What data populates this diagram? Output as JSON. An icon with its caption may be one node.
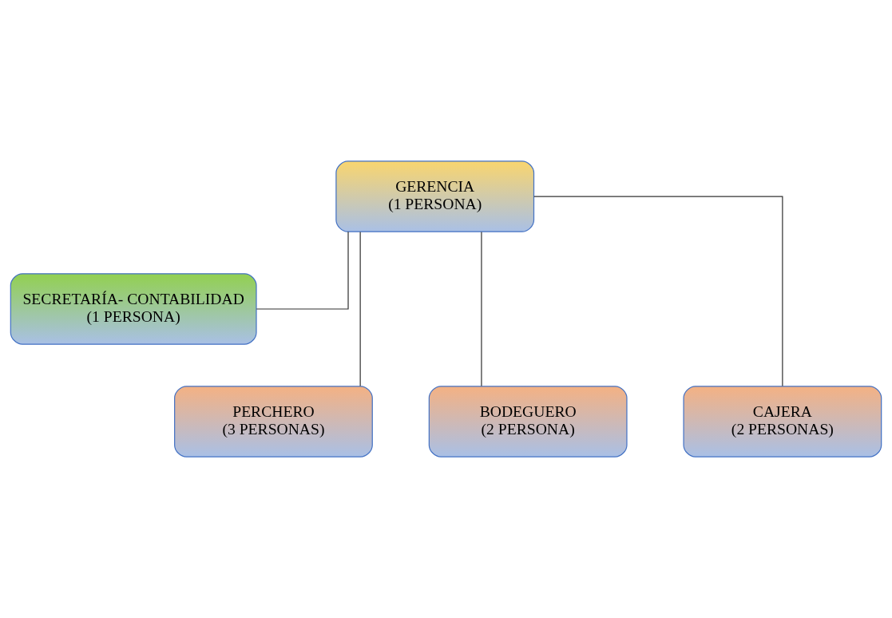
{
  "diagram": {
    "nodes": [
      {
        "text": [
          "GERENCIA",
          "(1 PERSONA)"
        ]
      },
      {
        "text": [
          "SECRETARÍA- CONTABILIDAD",
          "(1 PERSONA)"
        ]
      },
      {
        "text": [
          "PERCHERO",
          "(3 PERSONAS)"
        ]
      },
      {
        "text": [
          "BODEGUERO",
          "(2 PERSONA)"
        ]
      },
      {
        "text": [
          "CAJERA",
          "(2 PERSONAS)"
        ]
      }
    ],
    "edges": [
      {
        "from": 0,
        "to": 1,
        "arrow": "none"
      },
      {
        "from": 0,
        "to": 2,
        "arrow": "none"
      },
      {
        "from": 0,
        "to": 3,
        "arrow": "none"
      },
      {
        "from": 0,
        "to": 4,
        "arrow": "none"
      }
    ]
  }
}
